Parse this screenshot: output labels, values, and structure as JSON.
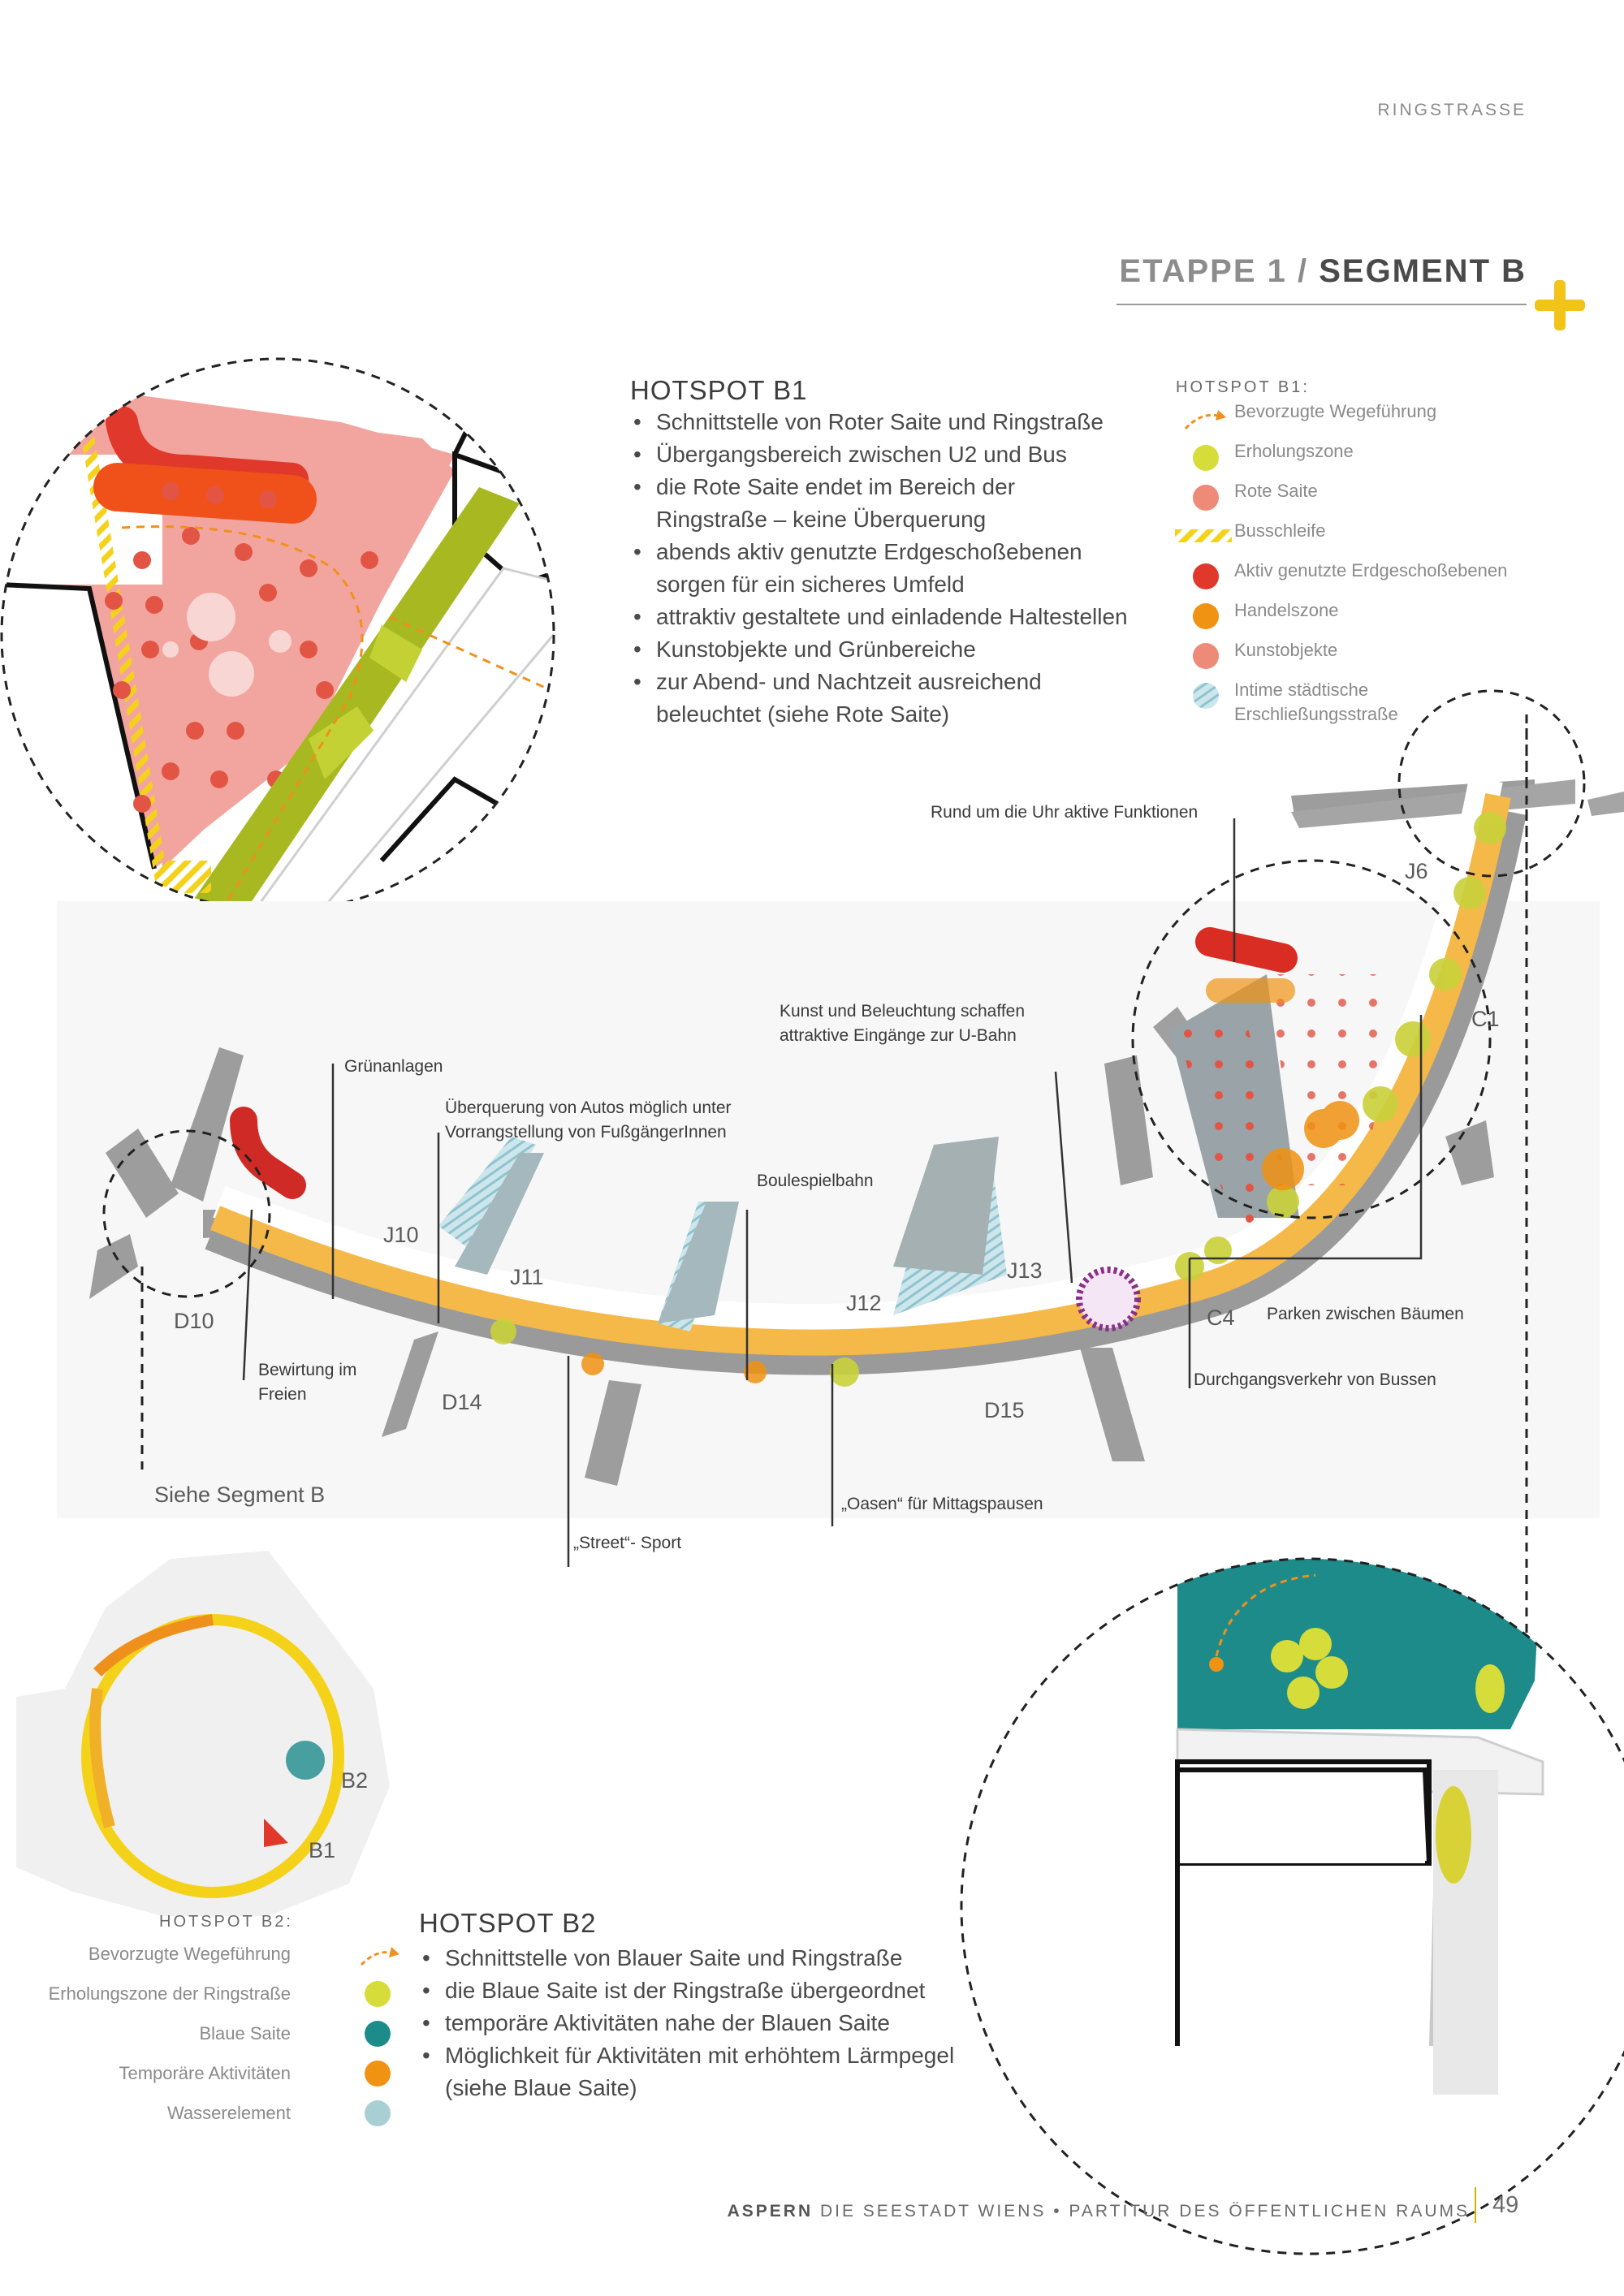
{
  "header": {
    "running_title": "RINGSTRASSE",
    "title_prefix": "ETAPPE 1 / ",
    "title_segment": "SEGMENT B"
  },
  "hotspot_b1": {
    "heading": "HOTSPOT B1",
    "bullets": [
      "Schnittstelle von Roter Saite und Ringstraße",
      "Übergangsbereich zwischen U2 und Bus",
      "die Rote Saite endet im Bereich der",
      "Ringstraße – keine Überquerung",
      "abends aktiv genutzte Erdgeschoßebenen",
      "sorgen für ein sicheres Umfeld",
      "attraktiv gestaltete und einladende Haltestellen",
      "Kunstobjekte und Grünbereiche",
      "zur Abend- und Nachtzeit ausreichend",
      "beleuchtet (siehe Rote Saite)"
    ]
  },
  "legend_b1": {
    "title": "HOTSPOT B1:",
    "items": [
      {
        "label": "Bevorzugte Wegeführung",
        "icon": "dashed-arrow-icon",
        "color": "#f0901c"
      },
      {
        "label": "Erholungszone",
        "icon": "dot-icon",
        "color": "#d6dc3a"
      },
      {
        "label": "Rote Saite",
        "icon": "dot-icon",
        "color": "#ee8a78"
      },
      {
        "label": "Busschleife",
        "icon": "stripes-icon",
        "color": "#f5d21a"
      },
      {
        "label": "Aktiv genutzte Erdgeschoßebenen",
        "icon": "dot-icon",
        "color": "#e0382b"
      },
      {
        "label": "Handelszone",
        "icon": "dot-icon",
        "color": "#f09212"
      },
      {
        "label": "Kunstobjekte",
        "icon": "dot-icon",
        "color": "#ee8a78"
      },
      {
        "label": "Intime städtische",
        "label2": "Erschließungsstraße",
        "icon": "hatched-dot-icon",
        "color": "#a8d4dc"
      }
    ]
  },
  "map_labels": {
    "rund_um_die_uhr": "Rund um die Uhr aktive Funktionen",
    "kunst": "Kunst und Beleuchtung schaffen",
    "kunst2": "attraktive Eingänge zur U-Bahn",
    "gruenanlagen": "Grünanlagen",
    "ueberquerung": "Überquerung von Autos möglich unter",
    "ueberquerung2": "Vorrangstellung von FußgängerInnen",
    "boule": "Boulespielbahn",
    "bewirtung": "Bewirtung im",
    "bewirtung2": "Freien",
    "parken": "Parken zwischen Bäumen",
    "durchgang": "Durchgangsverkehr von Bussen",
    "oasen": "„Oasen“ für Mittagspausen",
    "street": "„Street“- Sport",
    "siehe": "Siehe Segment B"
  },
  "codes": {
    "j6": "J6",
    "c1": "C1",
    "j10": "J10",
    "j11": "J11",
    "j12": "J12",
    "j13": "J13",
    "c4": "C4",
    "d10": "D10",
    "d14": "D14",
    "d15": "D15",
    "b1": "B1",
    "b2": "B2"
  },
  "legend_b2": {
    "title": "HOTSPOT B2:",
    "items": [
      {
        "label": "Bevorzugte Wegeführung",
        "icon": "dashed-arrow-icon",
        "color": "#f0901c"
      },
      {
        "label": "Erholungszone der Ringstraße",
        "icon": "dot-icon",
        "color": "#d6dc3a"
      },
      {
        "label": "Blaue Saite",
        "icon": "dot-icon",
        "color": "#1e8b8b"
      },
      {
        "label": "Temporäre Aktivitäten",
        "icon": "dot-icon",
        "color": "#f09212"
      },
      {
        "label": "Wasserelement",
        "icon": "dot-icon",
        "color": "#a8d0d4"
      }
    ]
  },
  "hotspot_b2": {
    "heading": "HOTSPOT B2",
    "bullets": [
      "Schnittstelle von Blauer Saite und Ringstraße",
      "die Blaue Saite ist der Ringstraße übergeordnet",
      "temporäre Aktivitäten nahe der Blauen Saite",
      "Möglichkeit für Aktivitäten mit erhöhtem Lärmpegel",
      "(siehe Blaue Saite)"
    ]
  },
  "footer": {
    "brand": "ASPERN",
    "rest": " DIE SEESTADT WIENS • PARTITUR DES ÖFFENTLICHEN RAUMS",
    "page": "49"
  }
}
